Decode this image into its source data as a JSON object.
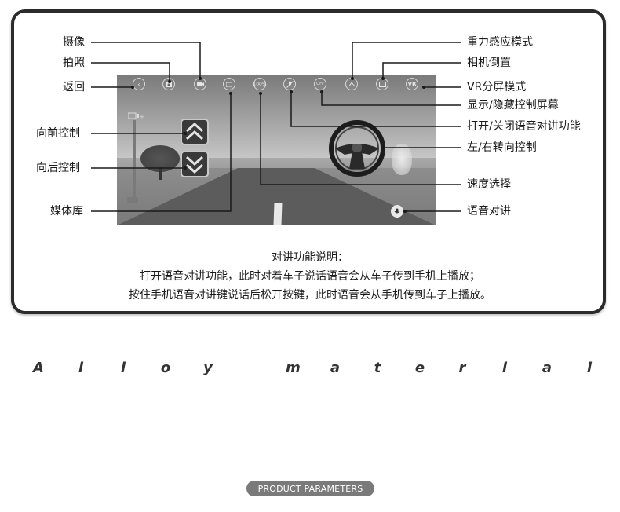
{
  "labels_left": {
    "camera": "摄像",
    "photo": "拍照",
    "back": "返回",
    "forward": "向前控制",
    "backward": "向后控制",
    "media": "媒体库"
  },
  "labels_right": {
    "gravity": "重力感应模式",
    "flip": "相机倒置",
    "vr": "VR分屏模式",
    "toggle_controls": "显示/隐藏控制屏幕",
    "voice_toggle": "打开/关闭语音对讲功能",
    "steering": "左/右转向控制",
    "speed": "速度选择",
    "intercom": "语音对讲"
  },
  "screen_icons": {
    "back": "‹",
    "off": "OFF",
    "speed": "100%",
    "vr": "VR"
  },
  "description": {
    "title": "对讲功能说明：",
    "line1": "打开语音对讲功能，此时对着车子说话语音会从车子传到手机上播放；",
    "line2": "按住手机语音对讲键说话后松开按键，此时语音会从手机传到车子上播放。"
  },
  "alloy_letters": [
    "A",
    "l",
    "l",
    "o",
    "y",
    "",
    "m",
    "a",
    "t",
    "e",
    "r",
    "i",
    "a",
    "l"
  ],
  "section_pill": "PRODUCT PARAMETERS",
  "colors": {
    "frame": "#2b2b2b",
    "pill": "#7a7a7a"
  }
}
